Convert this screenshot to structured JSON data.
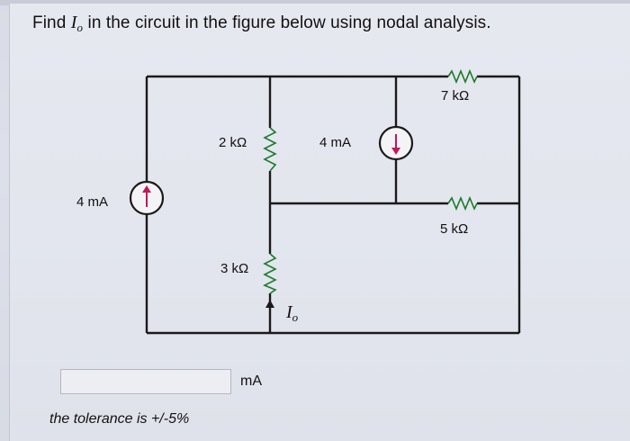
{
  "question": {
    "prefix": "Find ",
    "variable": "I",
    "variable_sub": "o",
    "suffix": " in the circuit in the figure below using nodal analysis."
  },
  "circuit": {
    "r_top_right": "7 kΩ",
    "r_upper_mid": "2 kΩ",
    "source_mid": "4 mA",
    "source_left": "4 mA",
    "r_right_lower": "5 kΩ",
    "r_lower_mid": "3 kΩ",
    "current_label": "I",
    "current_label_sub": "o",
    "wire_color": "#1a1a1a",
    "source_arrow_color": "#c2185b"
  },
  "answer": {
    "value": "",
    "unit": "mA"
  },
  "tolerance_text": "the tolerance is +/-5%"
}
